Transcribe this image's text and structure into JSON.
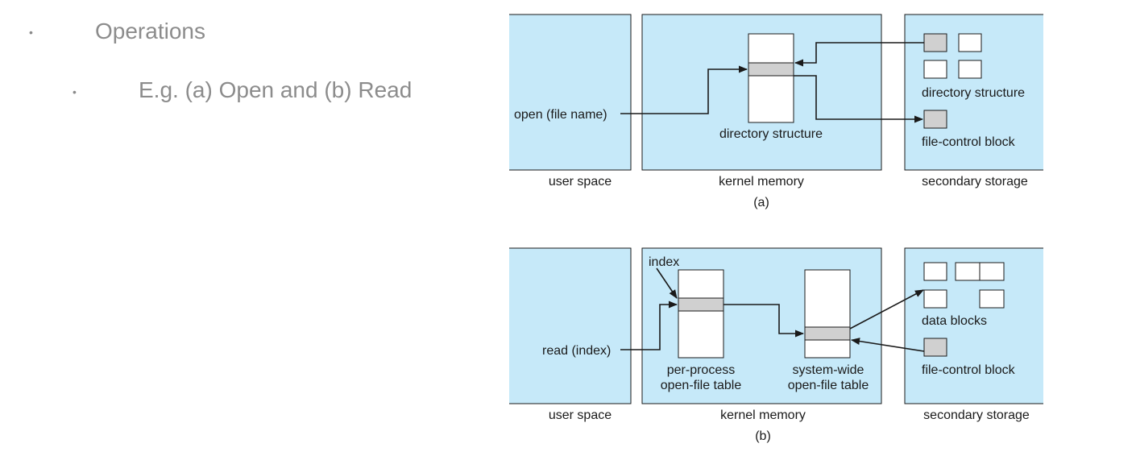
{
  "bullets": [
    {
      "marker": "•",
      "text": "Operations"
    },
    {
      "marker": "•",
      "text": "E.g. (a) Open and (b) Read"
    }
  ],
  "diagram_a": {
    "caption": "(a)",
    "user_space_label": "user space",
    "kernel_memory_label": "kernel memory",
    "secondary_storage_label": "secondary storage",
    "call_label": "open (file name)",
    "kernel_table_label": "directory structure",
    "storage_label_1": "directory structure",
    "storage_label_2": "file-control block"
  },
  "diagram_b": {
    "caption": "(b)",
    "user_space_label": "user space",
    "kernel_memory_label": "kernel memory",
    "secondary_storage_label": "secondary storage",
    "call_label": "read (index)",
    "index_label": "index",
    "per_process_label_1": "per-process",
    "per_process_label_2": "open-file table",
    "system_wide_label_1": "system-wide",
    "system_wide_label_2": "open-file table",
    "storage_label_1": "data blocks",
    "storage_label_2": "file-control block"
  },
  "colors": {
    "region_fill": "#c6e9f9",
    "highlight_fill": "#d0d0d0",
    "line": "#1a1a1a"
  }
}
